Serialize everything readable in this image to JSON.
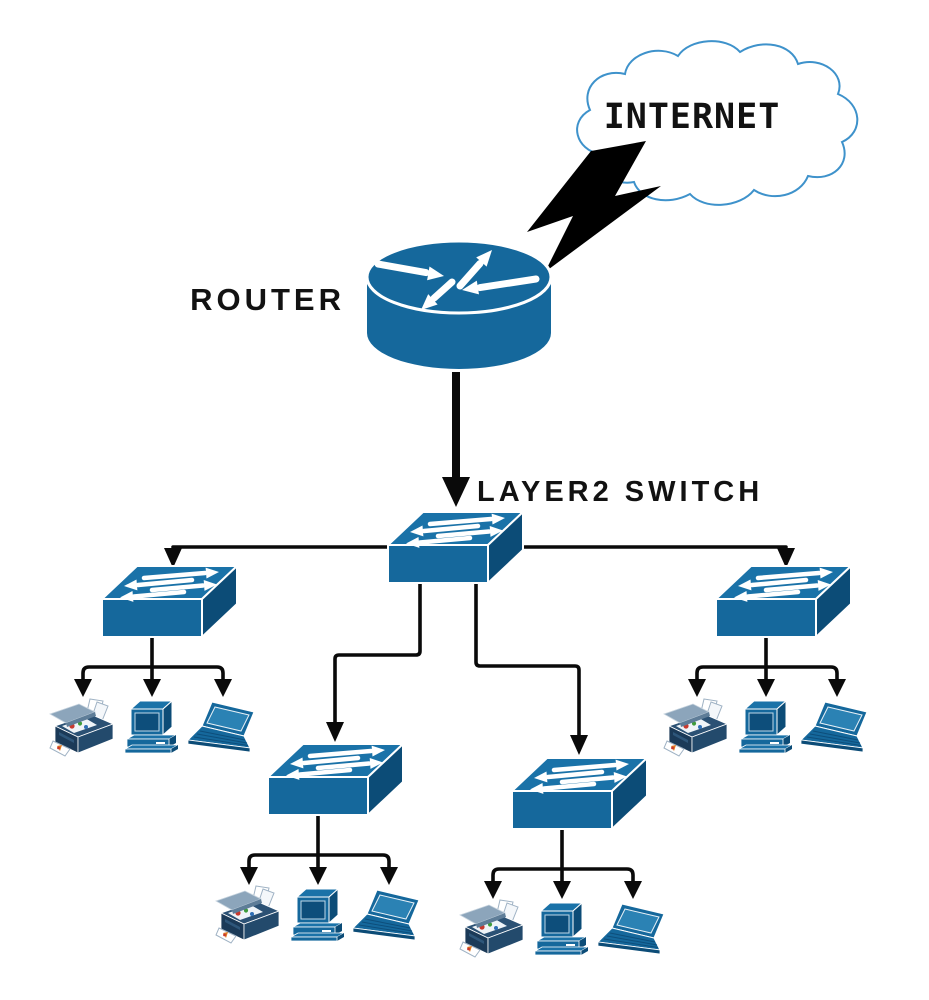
{
  "labels": {
    "internet": "INTERNET",
    "router": "ROUTER",
    "layer2_switch": "LAYER2 SWITCH"
  },
  "colors": {
    "node_blue": "#15689C",
    "node_blue_top": "#1A72A8",
    "node_blue_side": "#0C4C77",
    "screen_blue": "#0D4E7B",
    "laptop_screen_blue": "#2B82B4",
    "cloud_outline": "#3E92CB",
    "connector_black": "#0A0A0A",
    "printer_body_navy": "#1B3A58",
    "printer_lid_gray": "#8CA5BB",
    "label_text": "#121212"
  },
  "icons": {
    "cloud": "internet-cloud",
    "lightning": "lightning-bolt-icon",
    "router": "router-icon",
    "switch": "switch-icon",
    "printer": "printer-icon",
    "desktop": "desktop-computer-icon",
    "laptop": "laptop-icon"
  },
  "topology": {
    "internet": {
      "label": "INTERNET",
      "connects_to": "router"
    },
    "router": {
      "label": "ROUTER",
      "connects_to": "layer2-switch",
      "link_type": "lightning-bolt"
    },
    "core_switch": {
      "label": "LAYER2 SWITCH"
    },
    "access_switches": [
      {
        "id": "access-switch-left",
        "devices": [
          "printer",
          "desktop-computer",
          "laptop"
        ]
      },
      {
        "id": "access-switch-middle-left",
        "devices": [
          "printer",
          "desktop-computer",
          "laptop"
        ]
      },
      {
        "id": "access-switch-middle-right",
        "devices": [
          "printer",
          "desktop-computer",
          "laptop"
        ]
      },
      {
        "id": "access-switch-right",
        "devices": [
          "printer",
          "desktop-computer",
          "laptop"
        ]
      }
    ]
  }
}
